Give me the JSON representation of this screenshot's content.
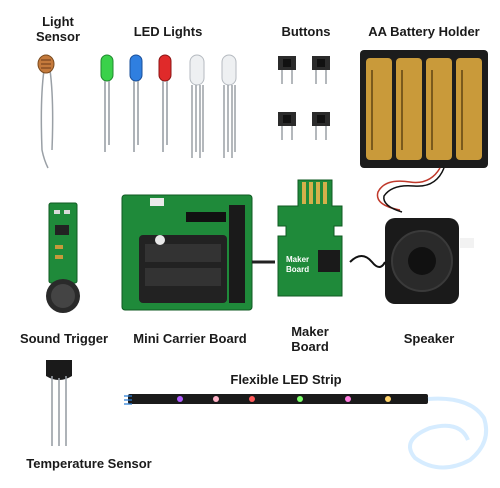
{
  "labels": {
    "light_sensor_line1": "Light",
    "light_sensor_line2": "Sensor",
    "led_lights": "LED Lights",
    "buttons": "Buttons",
    "battery_holder": "AA Battery Holder",
    "sound_trigger": "Sound Trigger",
    "mini_carrier": "Mini Carrier Board",
    "maker_board_line1": "Maker",
    "maker_board_line2": "Board",
    "speaker": "Speaker",
    "flexible_led": "Flexible LED Strip",
    "temperature_sensor": "Temperature Sensor"
  },
  "board_text": {
    "maker_line1": "Maker",
    "maker_line2": "Board"
  },
  "colors": {
    "pcb_green": "#1f8a3a",
    "led_green": "#3ad14a",
    "led_blue": "#2f7fe0",
    "led_red": "#e02a2a",
    "battery_gold": "#c99a3a",
    "strip_black": "#1a1a1a"
  }
}
